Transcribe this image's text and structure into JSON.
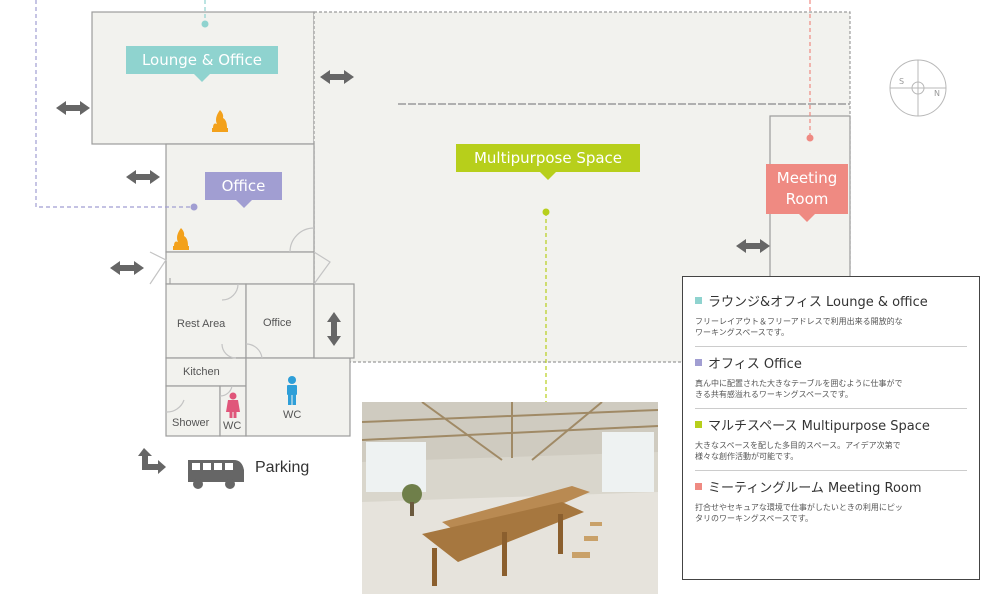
{
  "labels": {
    "lounge": "Lounge & Office",
    "office_main": "Office",
    "multipurpose": "Multipurpose Space",
    "meeting": "Meeting\nRoom"
  },
  "rooms": {
    "rest_area": "Rest Area",
    "office_small": "Office",
    "kitchen": "Kitchen",
    "shower": "Shower",
    "wc_small": "WC",
    "wc_large": "WC"
  },
  "parking": "Parking",
  "colors": {
    "lounge": "#8fd3cf",
    "office": "#a19ed2",
    "multipurpose": "#b7cf1b",
    "meeting": "#ef8a82",
    "wall": "#9c9c9c",
    "floor": "#f2f2ee"
  },
  "icons": [
    "compass-icon",
    "fireplace-icon",
    "double-arrow-icon",
    "male-icon",
    "female-icon",
    "car-icon",
    "turn-arrow-icon"
  ],
  "legend": [
    {
      "title": "ラウンジ&オフィス Lounge & office",
      "color": "#8fd3cf",
      "desc": "フリーレイアウト＆フリーアドレスで利用出来る開放的な\nワーキングスペースです。"
    },
    {
      "title": "オフィス Office",
      "color": "#a19ed2",
      "desc": "真ん中に配置された大きなテーブルを囲むように仕事がで\nきる共有感溢れるワーキングスペースです。"
    },
    {
      "title": "マルチスペース Multipurpose Space",
      "color": "#b7cf1b",
      "desc": "大きなスペースを配した多目的スペース。アイデア次第で\n様々な創作活動が可能です。"
    },
    {
      "title": "ミーティングルーム Meeting Room",
      "color": "#ef8a82",
      "desc": "打合せやセキュアな環境で仕事がしたいときの利用にピッ\nタリのワーキングスペースです。"
    }
  ]
}
